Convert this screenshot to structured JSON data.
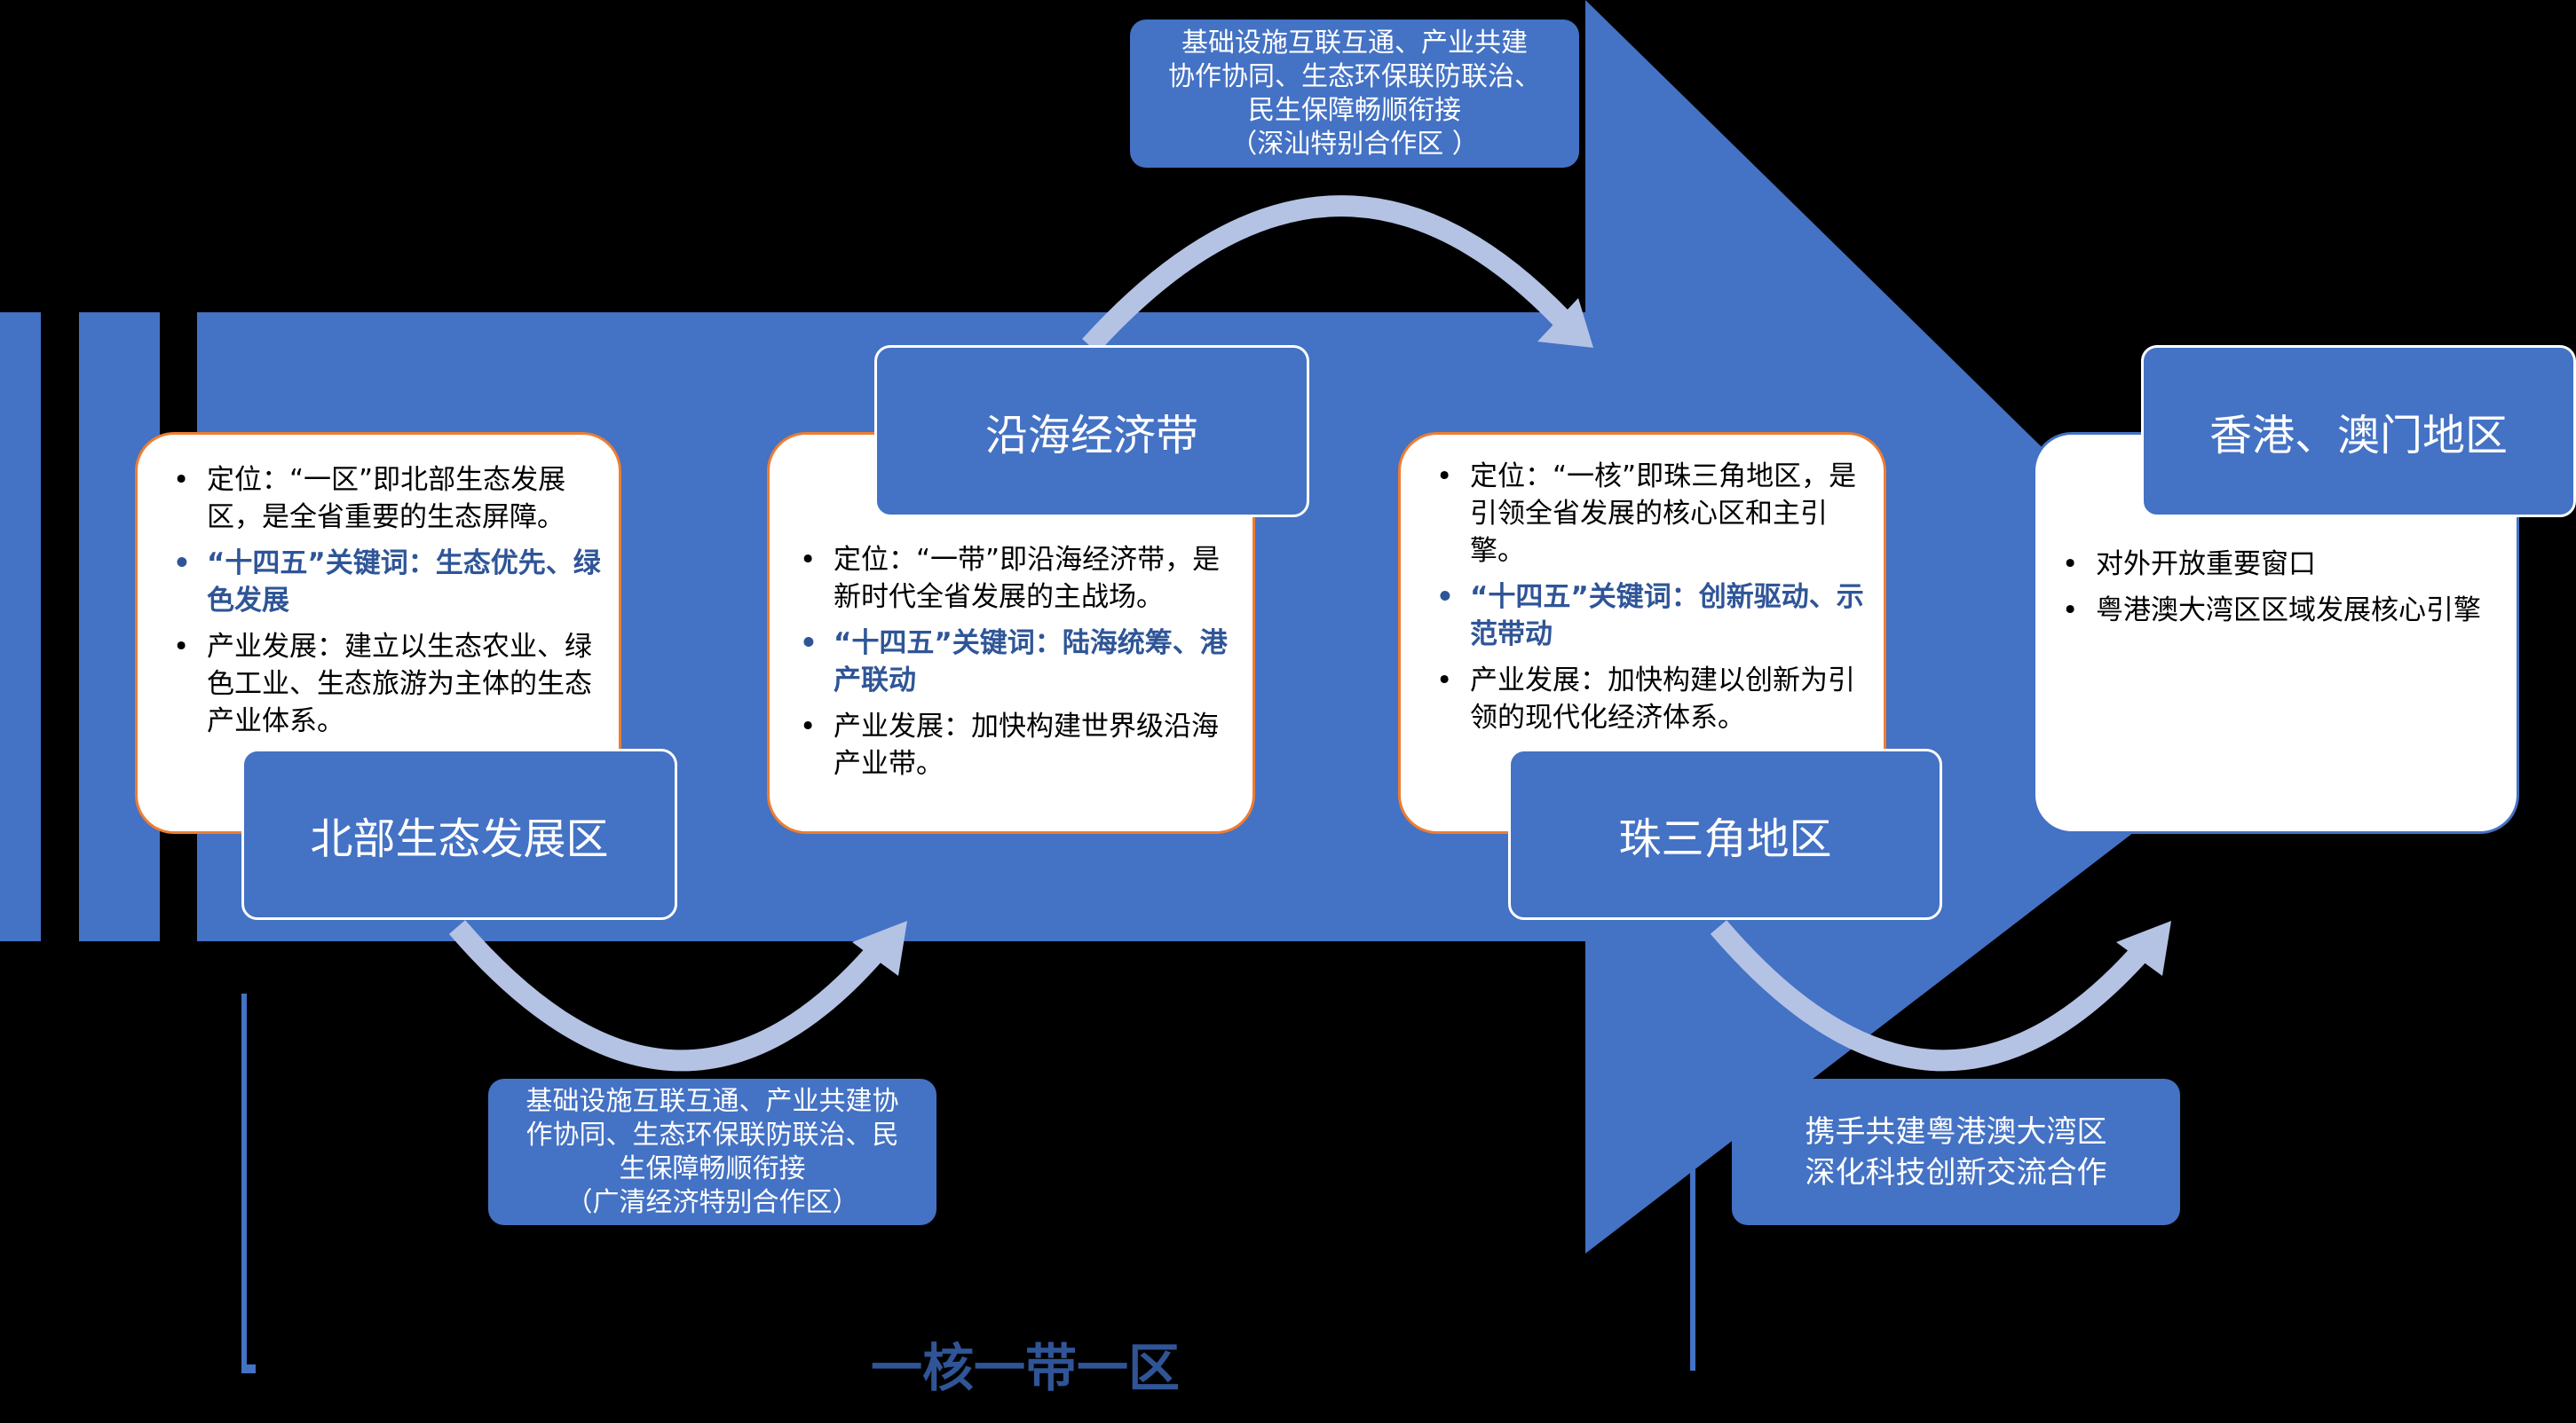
{
  "colors": {
    "band": "#4472C4",
    "card_border": "#ED7D31",
    "keyword": "#2F5597",
    "curve_arrow": "#B4C2E4"
  },
  "regions": [
    {
      "title": "北部生态发展区",
      "bullets": [
        {
          "text": "定位：“一区”即北部生态发展区，是全省重要的生态屏障。",
          "keyword": false
        },
        {
          "text": "“十四五”关键词：生态优先、绿色发展",
          "keyword": true
        },
        {
          "text": "产业发展：建立以生态农业、绿色工业、生态旅游为主体的生态产业体系。",
          "keyword": false
        }
      ]
    },
    {
      "title": "沿海经济带",
      "bullets": [
        {
          "text": "定位：“一带”即沿海经济带，是新时代全省发展的主战场。",
          "keyword": false
        },
        {
          "text": "“十四五”关键词：陆海统筹、港产联动",
          "keyword": true
        },
        {
          "text": "产业发展：加快构建世界级沿海产业带。",
          "keyword": false
        }
      ]
    },
    {
      "title": "珠三角地区",
      "bullets": [
        {
          "text": "定位：“一核”即珠三角地区，是引领全省发展的核心区和主引擎。",
          "keyword": false
        },
        {
          "text": "“十四五”关键词：创新驱动、示范带动",
          "keyword": true
        },
        {
          "text": "产业发展：加快构建以创新为引领的现代化经济体系。",
          "keyword": false
        }
      ]
    },
    {
      "title": "香港、澳门地区",
      "bullets": [
        {
          "text": "对外开放重要窗口",
          "keyword": false
        },
        {
          "text": "粤港澳大湾区区域发展核心引擎",
          "keyword": false
        }
      ]
    }
  ],
  "notes": {
    "top": [
      "基础设施互联互通、产业共建",
      "协作协同、生态环保联防联治、",
      "民生保障畅顺衔接",
      "（深汕特别合作区 ）"
    ],
    "bottom_left": [
      "基础设施互联互通、产业共建协",
      "作协同、生态环保联防联治、民",
      "生保障畅顺衔接",
      "（广清经济特别合作区）"
    ],
    "bottom_right": [
      "携手共建粤港澳大湾区",
      "深化科技创新交流合作"
    ]
  },
  "main_title": "一核一带一区"
}
